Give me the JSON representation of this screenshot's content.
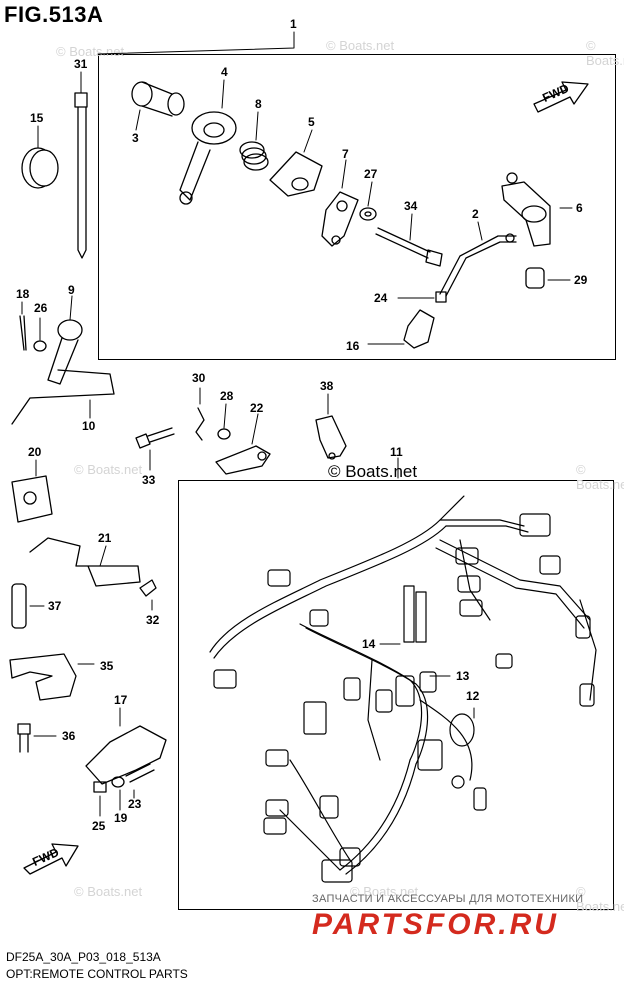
{
  "figure": {
    "title": "FIG.513A"
  },
  "watermark": "© Boats.net",
  "copyright_text": "© Boats.net",
  "fwd_label": "FWD",
  "footer": {
    "code": "DF25A_30A_P03_018_513A",
    "caption": "OPT:REMOTE CONTROL PARTS"
  },
  "promo": {
    "tagline": "ЗАПЧАСТИ И АКСЕССУАРЫ ДЛЯ МОТОТЕХНИКИ",
    "brand": "PARTSFOR.RU"
  },
  "callouts": {
    "n1": "1",
    "n2": "2",
    "n3": "3",
    "n4": "4",
    "n5": "5",
    "n6": "6",
    "n7": "7",
    "n8": "8",
    "n9": "9",
    "n10": "10",
    "n11": "11",
    "n12": "12",
    "n13": "13",
    "n14": "14",
    "n15": "15",
    "n16": "16",
    "n17": "17",
    "n18": "18",
    "n19": "19",
    "n20": "20",
    "n21": "21",
    "n22": "22",
    "n23": "23",
    "n24": "24",
    "n25": "25",
    "n26": "26",
    "n27": "27",
    "n28": "28",
    "n29": "29",
    "n30": "30",
    "n31": "31",
    "n32": "32",
    "n33": "33",
    "n34": "34",
    "n35": "35",
    "n36": "36",
    "n37": "37",
    "n38": "38"
  }
}
